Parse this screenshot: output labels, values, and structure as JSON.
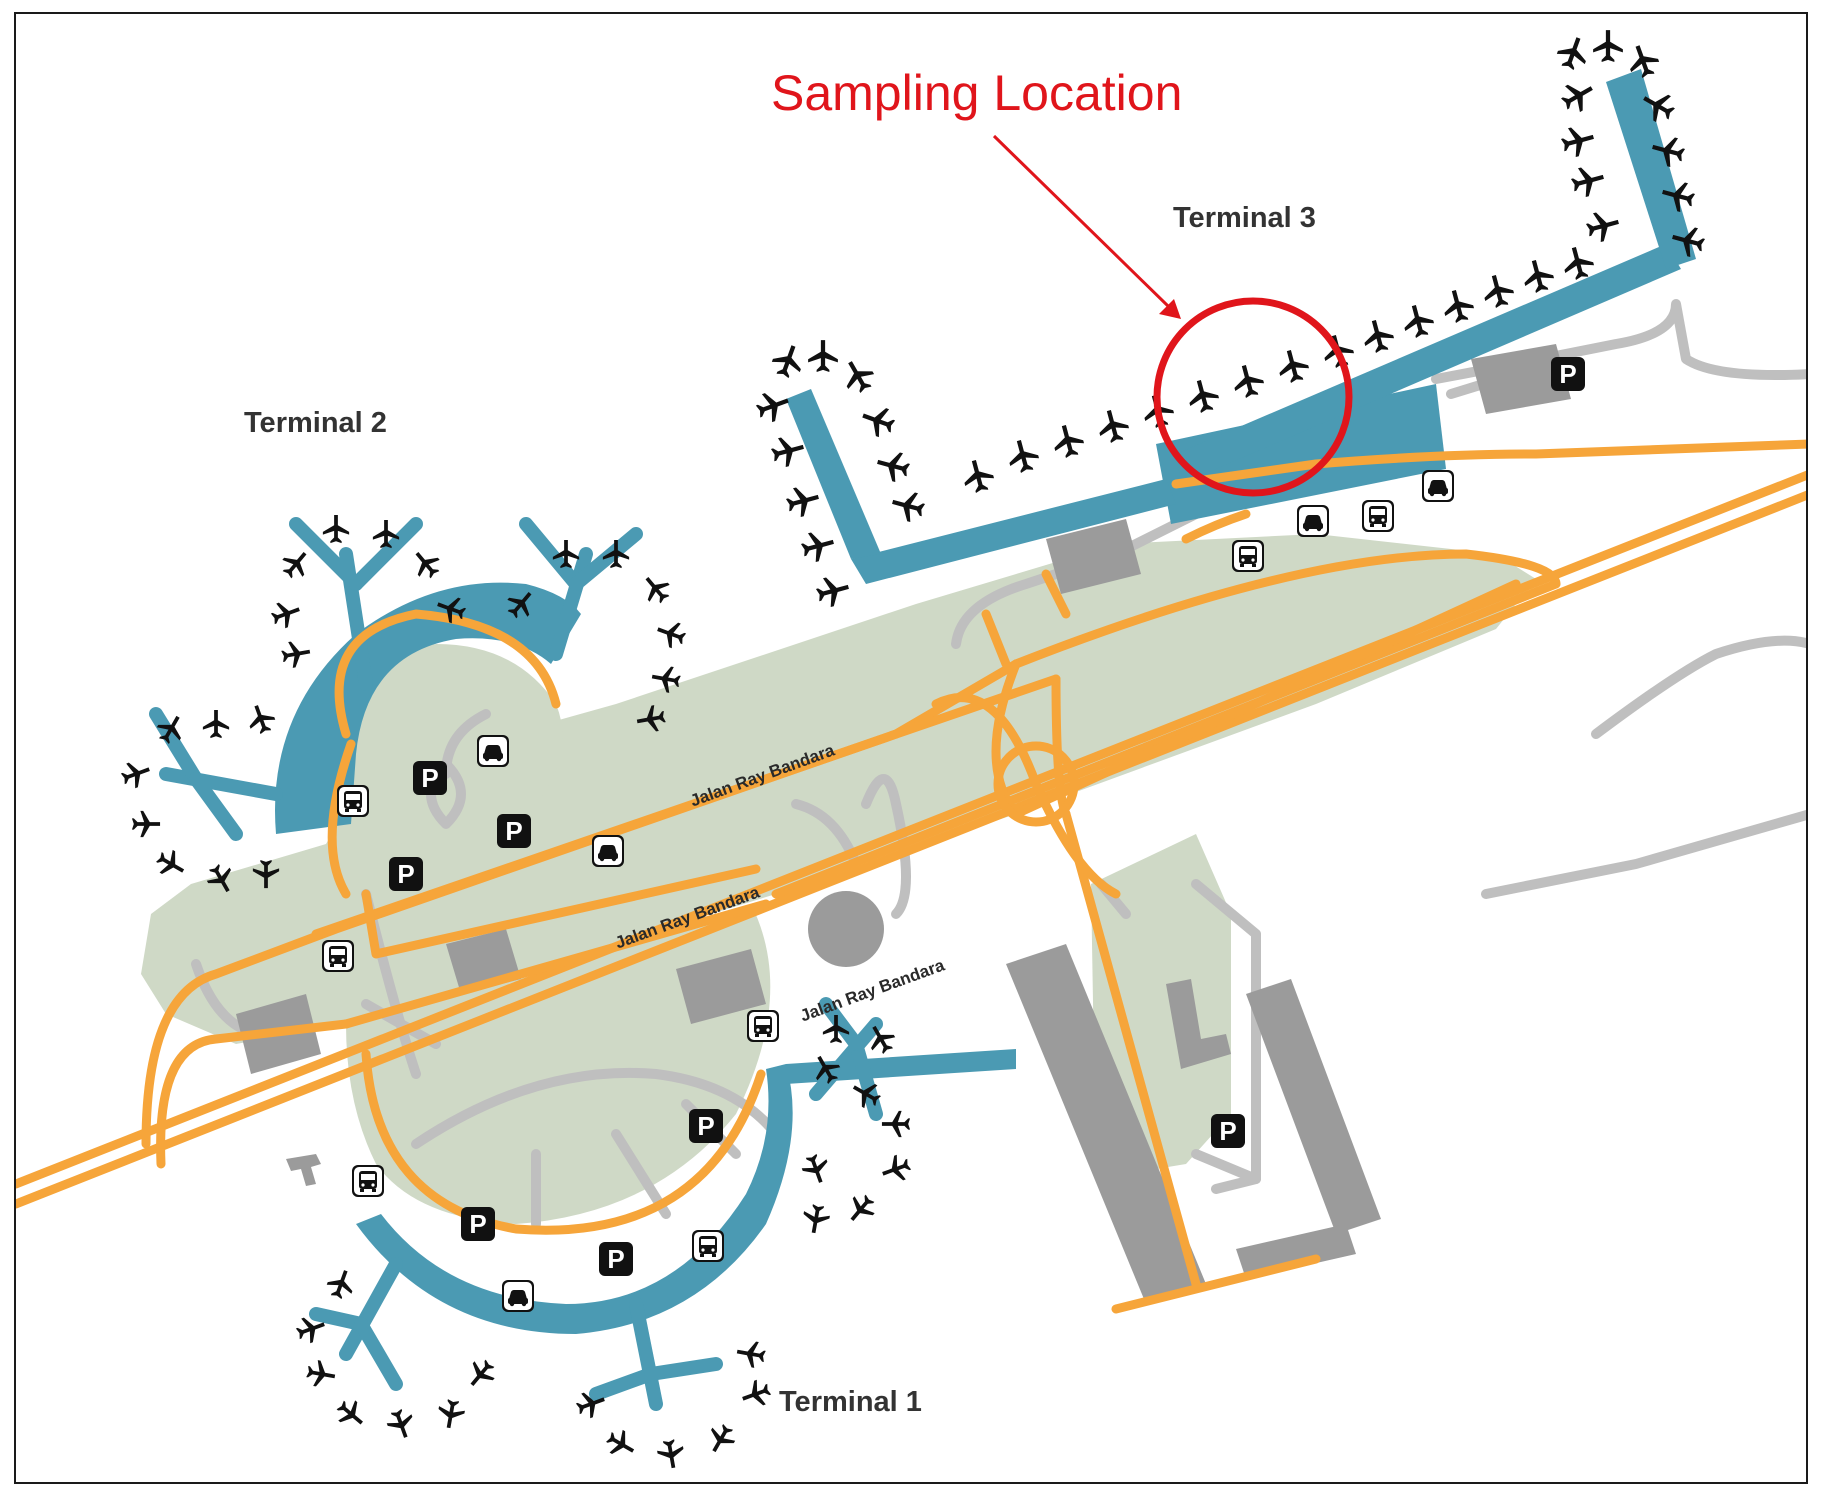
{
  "annotation": {
    "title": "Sampling Location",
    "color": "#e0151b"
  },
  "terminals": [
    {
      "id": "terminal-1",
      "label": "Terminal 1"
    },
    {
      "id": "terminal-2",
      "label": "Terminal 2"
    },
    {
      "id": "terminal-3",
      "label": "Terminal 3"
    }
  ],
  "roads": [
    {
      "id": "road-upper",
      "label": "Jalan Ray Bandara"
    },
    {
      "id": "road-middle",
      "label": "Jalan Ray Bandara"
    },
    {
      "id": "road-lower",
      "label": "Jalan Ray Bandara"
    }
  ],
  "parking_label": "P",
  "legend_icons": [
    "airplane-icon",
    "parking-icon",
    "car-icon",
    "bus-icon"
  ],
  "colors": {
    "terminal": "#4b9ab3",
    "road": "#f6a53a",
    "ground": "#cfd9c6",
    "building": "#9b9b9b",
    "path": "#bfbfbf",
    "icon": "#111111"
  }
}
